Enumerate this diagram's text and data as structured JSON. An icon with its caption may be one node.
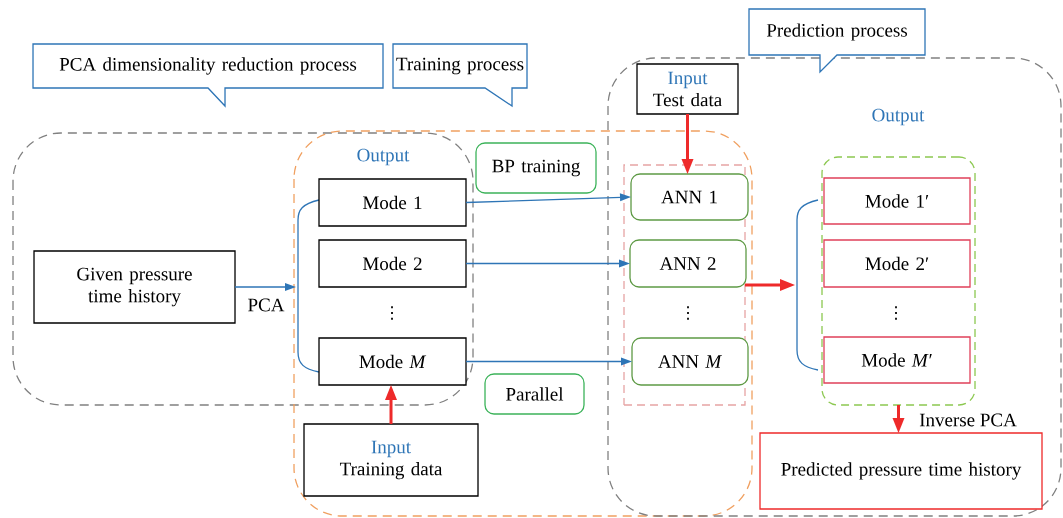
{
  "diagram": {
    "nodes": [
      {
        "text": [
          "PCA dimensionality reduction process"
        ]
      },
      {
        "text": [
          "Training process"
        ]
      },
      {
        "text": [
          "Prediction process"
        ]
      },
      {
        "text": [
          "Input",
          "Test data"
        ]
      },
      {
        "text": [
          "BP training"
        ]
      },
      {
        "text": [],
        "shape": "bracket"
      },
      {
        "text": [
          "Mode 1"
        ]
      },
      {
        "text": [
          "Mode 2"
        ]
      },
      {
        "text": [
          "Mode *M*"
        ]
      },
      {
        "text": [
          "Given pressure time history"
        ]
      },
      {
        "text": [],
        "shape": "box"
      },
      {
        "text": [
          "ANN 1"
        ],
        "in": 10
      },
      {
        "text": [
          "ANN 2"
        ],
        "in": 10
      },
      {
        "text": [
          "ANN *M*"
        ],
        "in": 10
      },
      {
        "text": [],
        "shape": "bracket"
      },
      {
        "text": [],
        "shape": "box"
      },
      {
        "text": [
          "Mode 1′"
        ],
        "in": 15
      },
      {
        "text": [
          "Mode 2′"
        ],
        "in": 15
      },
      {
        "text": [
          "Mode *M*′"
        ],
        "in": 15
      },
      {
        "text": [
          "Parallel"
        ]
      },
      {
        "text": [
          "Input",
          "Training data"
        ]
      },
      {
        "text": [
          "Predicted pressure time history"
        ]
      }
    ],
    "edges": [
      {
        "from": 9,
        "to": 5,
        "arrow": "to",
        "label": "PCA"
      },
      {
        "from": 6,
        "to": 11,
        "arrow": "to"
      },
      {
        "from": 7,
        "to": 12,
        "arrow": "to"
      },
      {
        "from": 8,
        "to": 13,
        "arrow": "to"
      },
      {
        "from": 3,
        "to": 11,
        "arrow": "to",
        "style": "thick",
        "color": "#ee2a2a"
      },
      {
        "from": 20,
        "to": 8,
        "arrow": "to",
        "style": "thick",
        "color": "#ee2a2a"
      },
      {
        "from": 10,
        "to": 14,
        "arrow": "to",
        "style": "thick",
        "color": "#ee2a2a"
      },
      {
        "from": 15,
        "to": 21,
        "arrow": "to",
        "style": "thick",
        "color": "#ee2a2a",
        "label": "Inverse PCA"
      }
    ],
    "labels": [
      "Output",
      "Output",
      "⋮",
      "⋮",
      "⋮"
    ]
  }
}
